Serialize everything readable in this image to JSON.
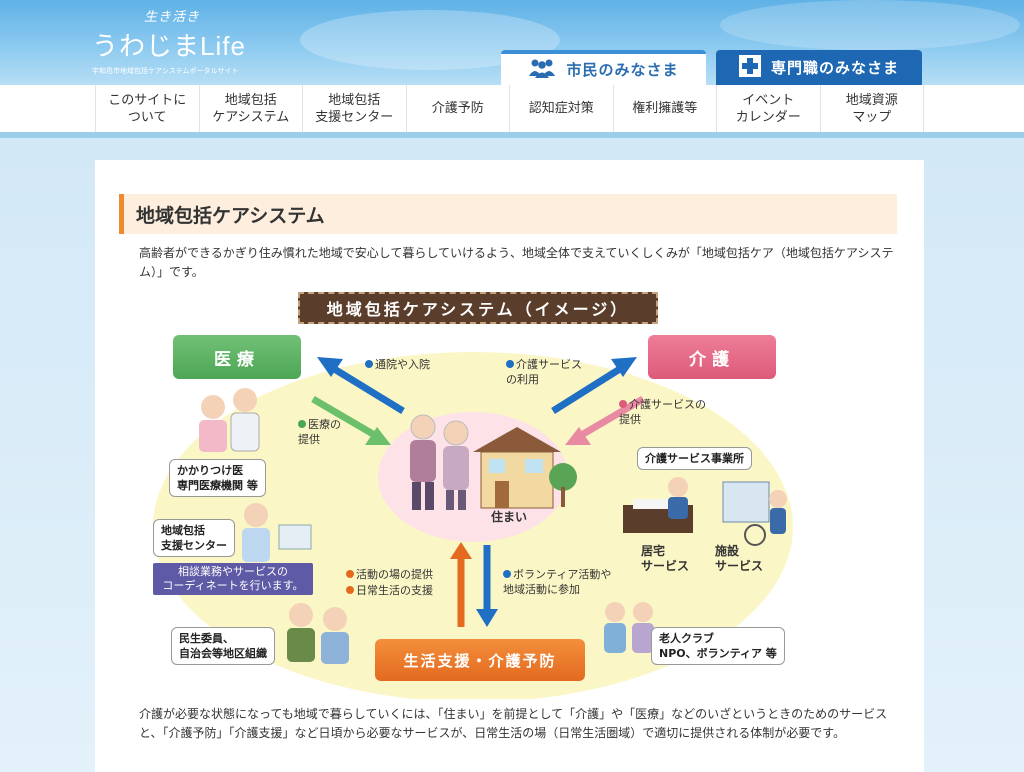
{
  "site": {
    "logo_top": "生き活き",
    "logo_main": "うわじまLife",
    "logo_tagline": "宇和島市地域包括ケアシステムポータルサイト"
  },
  "tabs": [
    {
      "label": "市民のみなさま",
      "icon": "people-icon",
      "active": true
    },
    {
      "label": "専門職のみなさま",
      "icon": "medical-cross-icon",
      "active": false
    }
  ],
  "nav": [
    {
      "label": "このサイトに\nついて"
    },
    {
      "label": "地域包括\nケアシステム"
    },
    {
      "label": "地域包括\n支援センター"
    },
    {
      "label": "介護予防"
    },
    {
      "label": "認知症対策"
    },
    {
      "label": "権利擁護等"
    },
    {
      "label": "イベント\nカレンダー"
    },
    {
      "label": "地域資源\nマップ"
    }
  ],
  "page": {
    "title": "地域包括ケアシステム",
    "intro": "高齢者ができるかぎり住み慣れた地域で安心して暮らしていけるよう、地域全体で支えていくしくみが「地域包括ケア（地域包括ケアシステム）」です。",
    "outro": "介護が必要な状態になっても地域で暮らしていくには、「住まい」を前提として「介護」や「医療」などのいざというときのためのサービスと、「介護予防」「介護支援」など日頃から必要なサービスが、日常生活の場（日常生活圏域）で適切に提供される体制が必要です。"
  },
  "diagram": {
    "title": "地域包括ケアシステム（イメージ）",
    "iryo": "医療",
    "kaigo": "介護",
    "seikatsu": "生活支援・介護予防",
    "sumai": "住まい",
    "label_tsuin": "通院や入院",
    "label_iryo_teikyo": "医療の\n提供",
    "label_kaigo_riyo": "介護サービス\nの利用",
    "label_kaigo_teikyo": "介護サービスの\n提供",
    "label_katsudo": "活動の場の提供",
    "label_nichijo": "日常生活の支援",
    "label_volunteer": "ボランティア活動や\n地域活動に参加",
    "card_kakari": "かかりつけ医\n専門医療機関 等",
    "card_houkatsu": "地域包括\n支援センター",
    "purple_text": "相談業務やサービスの\nコーディネートを行います。",
    "card_minsei": "民生委員、\n自治会等地区組織",
    "card_roujin": "老人クラブ\nNPO、ボランティア 等",
    "card_jigyousho": "介護サービス事業所",
    "label_kyotaku": "居宅\nサービス",
    "label_shisetsu": "施設\nサービス",
    "colors": {
      "iryo": "#4da655",
      "kaigo": "#dc5a7a",
      "seikatsu": "#e36a1f",
      "arrow_blue": "#1f6fc4",
      "dot_blue": "#1f6fc4",
      "dot_green": "#4da655",
      "dot_pink": "#dc5a7a",
      "dot_orange": "#e36a1f"
    }
  }
}
